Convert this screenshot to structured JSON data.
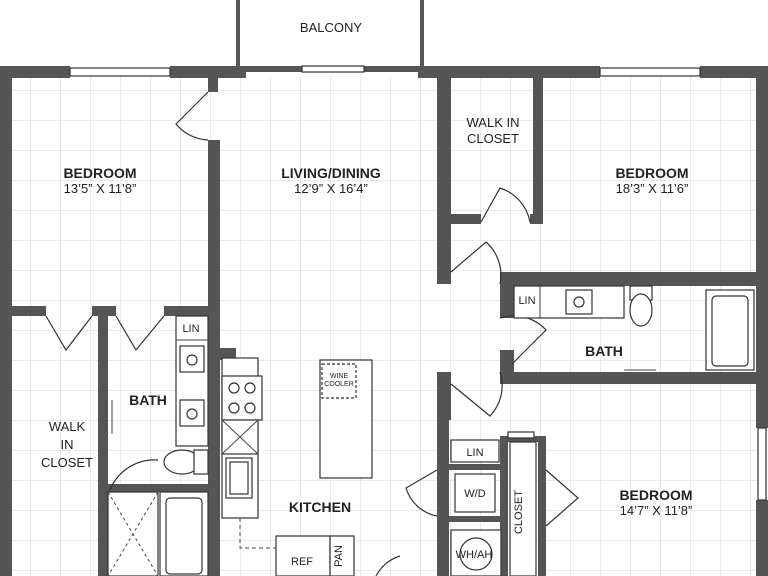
{
  "rooms": {
    "balcony": {
      "name": "BALCONY"
    },
    "bedroom_left": {
      "name": "BEDROOM",
      "dims": "13’5” X 11’8”"
    },
    "living": {
      "name": "LIVING/DINING",
      "dims": "12’9” X 16’4”"
    },
    "walkin_top": {
      "line1": "WALK IN",
      "line2": "CLOSET"
    },
    "bedroom_right": {
      "name": "BEDROOM",
      "dims": "18’3” X 11’6”"
    },
    "bath_right": {
      "name": "BATH"
    },
    "bath_left": {
      "name": "BATH"
    },
    "walkin_left": {
      "line1": "WALK",
      "line2": "IN",
      "line3": "CLOSET"
    },
    "kitchen": {
      "name": "KITCHEN"
    },
    "bedroom_bottom": {
      "name": "BEDROOM",
      "dims": "14’7” X 11’8”"
    }
  },
  "fixtures": {
    "lin_left": "LIN",
    "lin_right": "LIN",
    "lin_center": "LIN",
    "wine_cooler_1": "WINE",
    "wine_cooler_2": "COOLER",
    "ref": "REF",
    "pan": "PAN",
    "wd": "W/D",
    "whah": "WH/AH",
    "closet": "CLOSET"
  },
  "colors": {
    "wall": "#555555",
    "grid": "#d4d4d4"
  }
}
